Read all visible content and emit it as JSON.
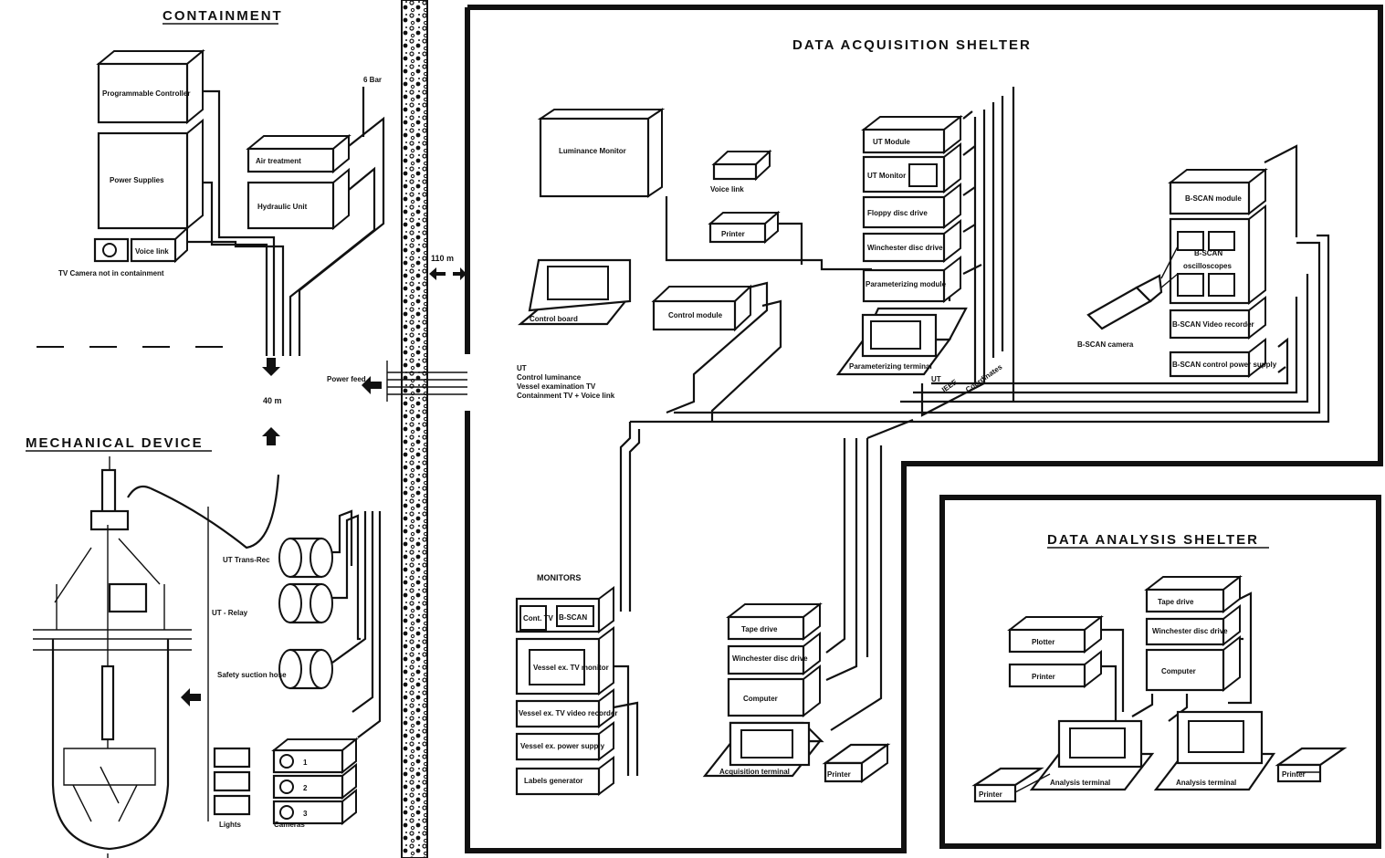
{
  "areas": {
    "containment": "CONTAINMENT",
    "mechanical_device": "MECHANICAL DEVICE",
    "acquisition_shelter": "DATA ACQUISITION SHELTER",
    "analysis_shelter": "DATA ANALYSIS SHELTER"
  },
  "containment": {
    "programmable_controller": "Programmable Controller",
    "power_supplies": "Power Supplies",
    "air_treatment": "Air treatment",
    "hydraulic_unit": "Hydraulic Unit",
    "voice_link": "Voice link",
    "tv_camera": "TV Camera not in containment",
    "pressure": "6 Bar",
    "distance_down": "40 m"
  },
  "wall": {
    "distance": "110 m",
    "power_feed": "Power feed"
  },
  "cable_bundle": {
    "line1": "UT",
    "line2": "Control luminance",
    "line3": "Vessel examination TV",
    "line4": "Containment TV + Voice link"
  },
  "mechanical": {
    "ut_transducer": "UT Trans-Rec",
    "ut_relay": "UT - Relay",
    "safety": "Safety suction hose",
    "lights": "Lights",
    "cameras": "Cameras",
    "camera_1": "1",
    "camera_2": "2",
    "camera_3": "3"
  },
  "acquisition": {
    "luminance_monitor": "Luminance Monitor",
    "voice_link": "Voice link",
    "printer": "Printer",
    "control_board": "Control board",
    "control_module": "Control module",
    "ut_module": "UT Module",
    "ut_monitor": "UT Monitor",
    "floppy": "Floppy disc drive",
    "winchester": "Winchester disc drive",
    "parameterizing_module": "Parameterizing module",
    "parameterizing_terminal": "Parameterizing terminal",
    "bus_ut": "UT",
    "bus_ieee": "IEEE",
    "bus_coord": "Coordinates",
    "bscan_module": "B-SCAN module",
    "bscan_monitors": "B-SCAN",
    "oscilloscopes": "oscilloscopes",
    "bscan_camera": "B-SCAN camera",
    "bscan_video": "B-SCAN Video recorder",
    "bscan_psu": "B-SCAN control power supply",
    "monitors": "MONITORS",
    "cont_tv": "Cont. TV",
    "bscan_small": "B-SCAN",
    "vessel_monitor": "Vessel ex. TV monitor",
    "vessel_recorder": "Vessel ex. TV video recorder",
    "vessel_psu": "Vessel ex. power supply",
    "labels_gen": "Labels generator",
    "tape_drive": "Tape drive",
    "winchester2": "Winchester disc drive",
    "computer": "Computer",
    "acq_terminal": "Acquisition terminal",
    "printer2": "Printer"
  },
  "analysis": {
    "plotter": "Plotter",
    "printer": "Printer",
    "tape_drive": "Tape drive",
    "winchester": "Winchester disc drive",
    "computer": "Computer",
    "analysis_terminal_1": "Analysis terminal",
    "analysis_terminal_2": "Analysis terminal",
    "printer_left": "Printer",
    "printer_right": "Printer"
  }
}
